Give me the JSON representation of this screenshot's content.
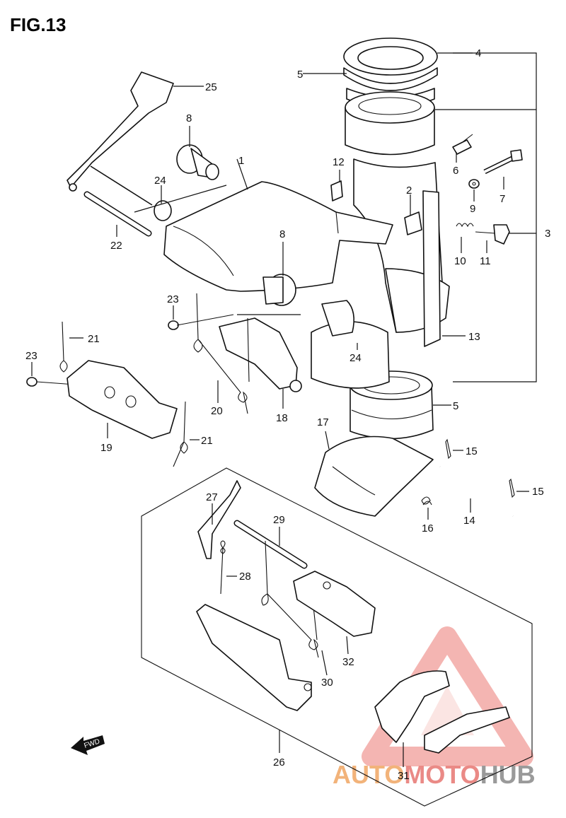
{
  "figure": {
    "title": "FIG.13"
  },
  "callouts": [
    "1",
    "2",
    "3",
    "4",
    "5",
    "5",
    "6",
    "7",
    "8",
    "8",
    "9",
    "10",
    "11",
    "12",
    "13",
    "14",
    "15",
    "15",
    "16",
    "17",
    "18",
    "19",
    "20",
    "21",
    "21",
    "22",
    "23",
    "23",
    "24",
    "24",
    "25",
    "26",
    "27",
    "28",
    "29",
    "30",
    "31",
    "32"
  ],
  "direction_label": "FWD",
  "watermark": {
    "part1": "AUTO",
    "part2": "MOTO",
    "part3": "HUB",
    "colors": {
      "orange": "#f2b37a",
      "red": "#ea8a86",
      "gray": "#9a9a9a"
    }
  }
}
